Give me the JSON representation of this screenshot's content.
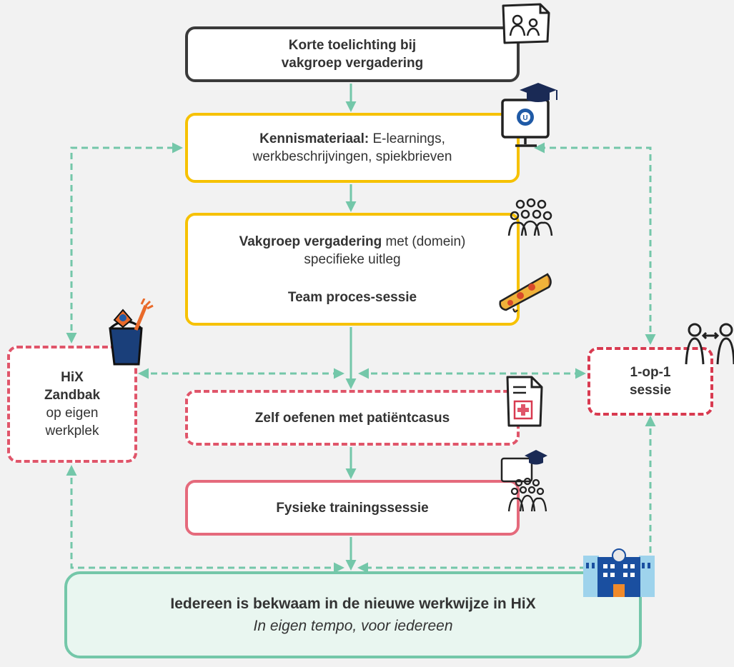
{
  "boxes": {
    "top": {
      "line1": "Korte toelichting bij",
      "line2": "vakgroep vergadering"
    },
    "kennis": {
      "bold": "Kennismateriaal:",
      "rest": " E-learnings,",
      "line2": "werkbeschrijvingen, spiekbrieven"
    },
    "vakgroep": {
      "bold": "Vakgroep vergadering",
      "rest": " met (domein)",
      "line2": "specifieke uitleg",
      "line3": "Team proces-sessie"
    },
    "zelf": {
      "label": "Zelf oefenen met patiëntcasus"
    },
    "fysiek": {
      "label": "Fysieke trainingssessie"
    },
    "hix": {
      "line1": "HiX",
      "line2": "Zandbak",
      "line3": "op eigen",
      "line4": "werkplek"
    },
    "one_on_one": {
      "line1": "1-op-1",
      "line2": "sessie"
    },
    "final": {
      "line1": "Iedereen is bekwaam in de nieuwe werkwijze in HiX",
      "line2": "In eigen tempo, voor iedereen"
    }
  },
  "colors": {
    "arrow": "#74c7a9",
    "yellow": "#f6c100",
    "red": "#e0556a",
    "dark": "#3a3a3a",
    "green_fill": "#e9f6f0"
  },
  "icons": [
    "presentation-icon",
    "elearning-monitor-icon",
    "group-meeting-icon",
    "pizza-icon",
    "sandbox-bucket-icon",
    "one-on-one-icon",
    "medical-document-icon",
    "training-group-icon",
    "hospital-building-icon"
  ]
}
